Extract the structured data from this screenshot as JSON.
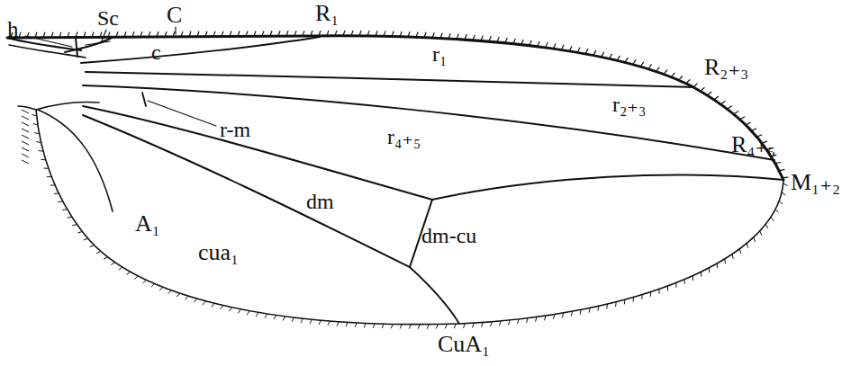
{
  "diagram": {
    "labels": [
      "C",
      "R₁",
      "h",
      "Sc",
      "c",
      "r₁",
      "R₂₊₃",
      "r₂₊₃",
      "r-m",
      "r₄₊₅",
      "R₄₊₅",
      "M₁₊₂",
      "dm",
      "A₁",
      "cua₁",
      "dm-cu",
      "CuA₁"
    ]
  }
}
